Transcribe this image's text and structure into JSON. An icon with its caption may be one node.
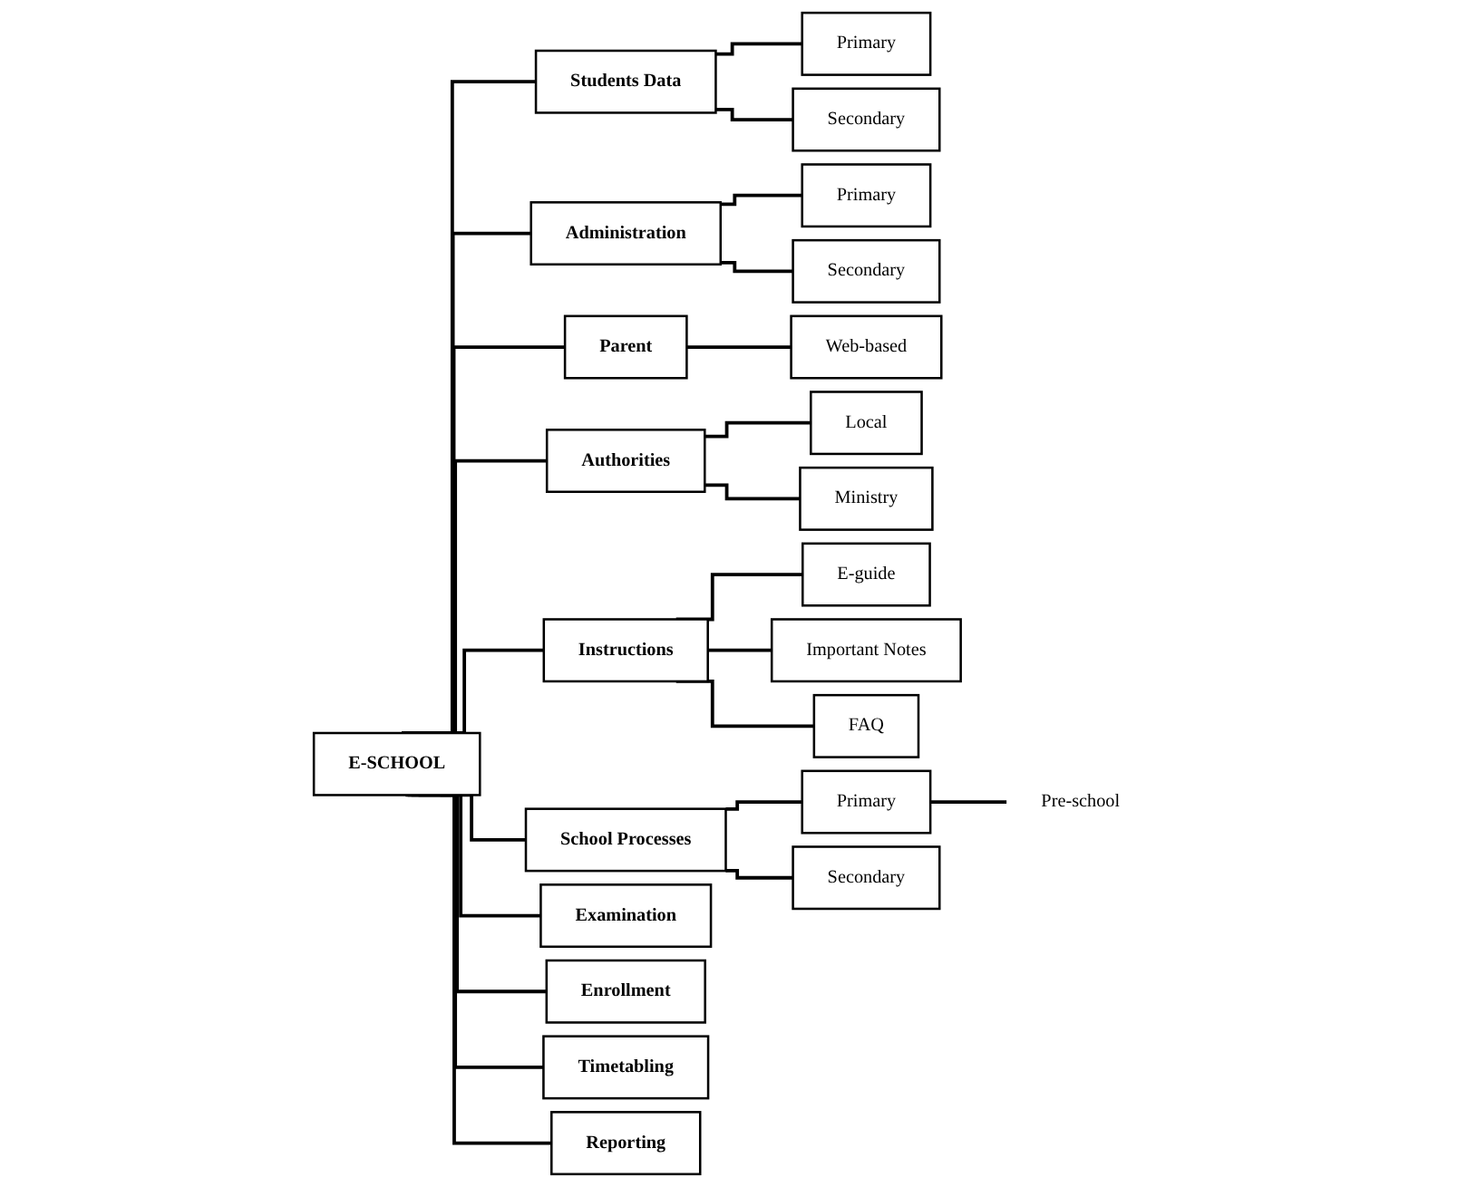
{
  "diagram": {
    "nodes": [
      {
        "text": [
          "E-SCHOOL"
        ]
      },
      {
        "text": [
          "Students Data"
        ]
      },
      {
        "text": [
          "Primary"
        ]
      },
      {
        "text": [
          "Secondary"
        ]
      },
      {
        "text": [
          "Administration"
        ]
      },
      {
        "text": [
          "Primary"
        ]
      },
      {
        "text": [
          "Secondary"
        ]
      },
      {
        "text": [
          "Parent"
        ]
      },
      {
        "text": [
          "Web-based"
        ]
      },
      {
        "text": [
          "Authorities"
        ]
      },
      {
        "text": [
          "Local"
        ]
      },
      {
        "text": [
          "Ministry"
        ]
      },
      {
        "text": [
          "Instructions"
        ]
      },
      {
        "text": [
          "E-guide"
        ]
      },
      {
        "text": [
          "Important Notes"
        ]
      },
      {
        "text": [
          "FAQ"
        ]
      },
      {
        "text": [
          "School Processes"
        ]
      },
      {
        "text": [
          "Primary"
        ]
      },
      {
        "text": [
          "Pre-school"
        ]
      },
      {
        "text": [
          "Secondary"
        ]
      },
      {
        "text": [
          "Examination"
        ]
      },
      {
        "text": [
          "Enrollment"
        ]
      },
      {
        "text": [
          "Timetabling"
        ]
      },
      {
        "text": [
          "Reporting"
        ]
      }
    ],
    "edges": [
      {
        "from": 0,
        "to": 1,
        "arrow": "none"
      },
      {
        "from": 1,
        "to": 2,
        "arrow": "none"
      },
      {
        "from": 1,
        "to": 3,
        "arrow": "none"
      },
      {
        "from": 0,
        "to": 4,
        "arrow": "none"
      },
      {
        "from": 4,
        "to": 5,
        "arrow": "none"
      },
      {
        "from": 4,
        "to": 6,
        "arrow": "none"
      },
      {
        "from": 0,
        "to": 7,
        "arrow": "none"
      },
      {
        "from": 7,
        "to": 8,
        "arrow": "none"
      },
      {
        "from": 0,
        "to": 9,
        "arrow": "none"
      },
      {
        "from": 9,
        "to": 10,
        "arrow": "none"
      },
      {
        "from": 9,
        "to": 11,
        "arrow": "none"
      },
      {
        "from": 0,
        "to": 12,
        "arrow": "none"
      },
      {
        "from": 12,
        "to": 13,
        "arrow": "none"
      },
      {
        "from": 12,
        "to": 14,
        "arrow": "none"
      },
      {
        "from": 12,
        "to": 15,
        "arrow": "none"
      },
      {
        "from": 0,
        "to": 16,
        "arrow": "none"
      },
      {
        "from": 16,
        "to": 17,
        "arrow": "none"
      },
      {
        "from": 17,
        "to": 18,
        "arrow": "none"
      },
      {
        "from": 16,
        "to": 19,
        "arrow": "none"
      },
      {
        "from": 0,
        "to": 20,
        "arrow": "none"
      },
      {
        "from": 0,
        "to": 21,
        "arrow": "none"
      },
      {
        "from": 0,
        "to": 22,
        "arrow": "none"
      },
      {
        "from": 0,
        "to": 23,
        "arrow": "none"
      }
    ]
  }
}
